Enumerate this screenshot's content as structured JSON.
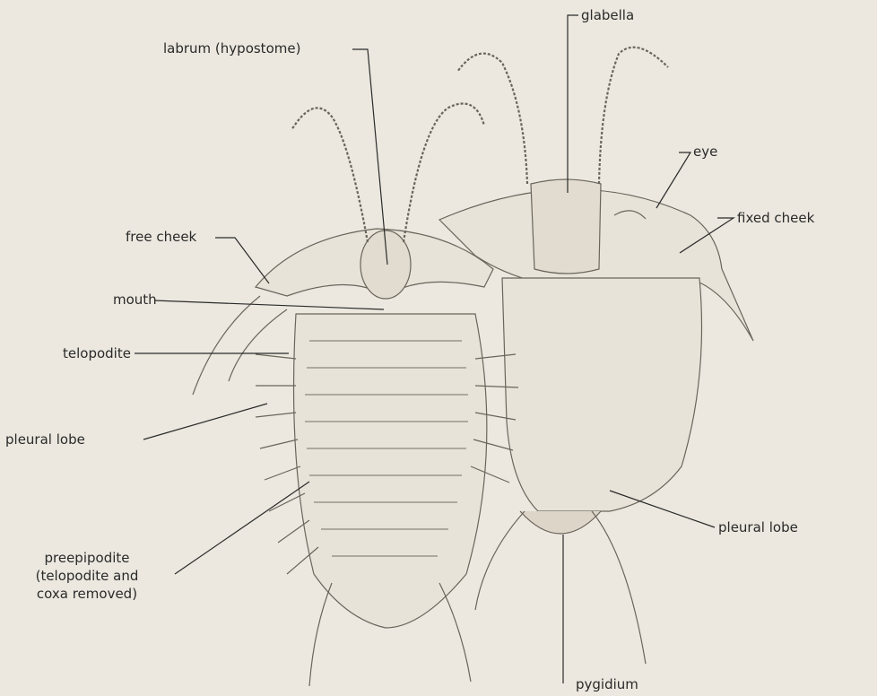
{
  "diagram": {
    "labels": {
      "labrum": "labrum (hypostome)",
      "glabella": "glabella",
      "eye": "eye",
      "fixed_cheek": "fixed cheek",
      "free_cheek": "free cheek",
      "mouth": "mouth",
      "telopodite": "telopodite",
      "pleural_lobe_left": "pleural lobe",
      "pleural_lobe_right": "pleural lobe",
      "preepipodite_line1": "preepipodite",
      "preepipodite_line2": "(telopodite and",
      "preepipodite_line3": "coxa removed)",
      "pygidium": "pygidium"
    },
    "colors": {
      "background": "#ece8df",
      "ink": "#2a2a2a"
    }
  }
}
